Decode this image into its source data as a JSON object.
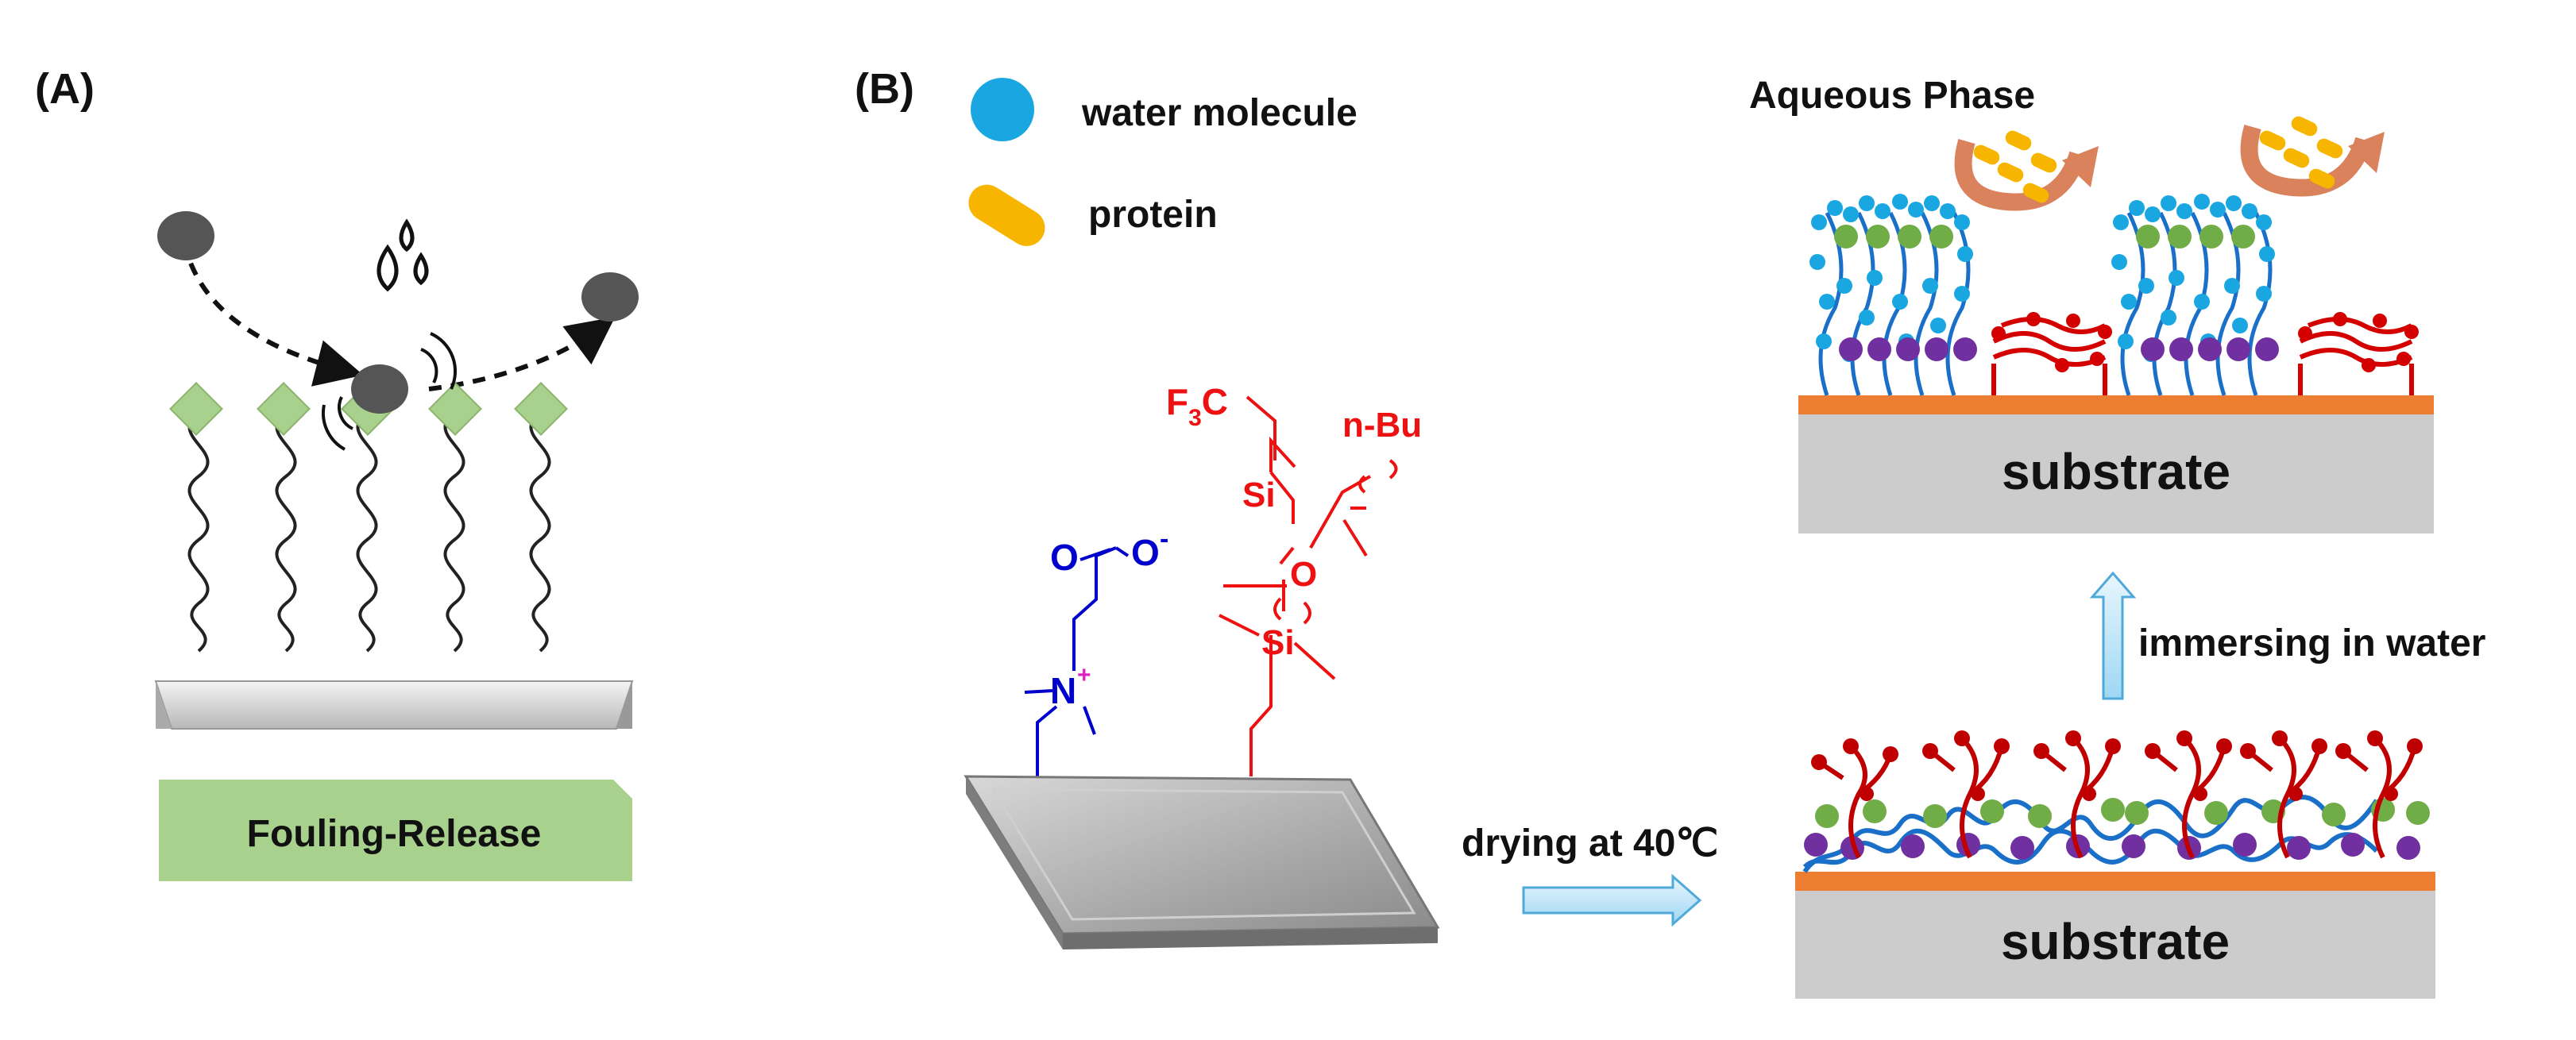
{
  "panels": {
    "a": {
      "label": "(A)",
      "box_label": "Fouling-Release"
    },
    "b": {
      "label": "(B)",
      "legend": {
        "water": "water molecule",
        "protein": "protein"
      },
      "top_title": "Aqueous Phase",
      "substrate_top": "substrate",
      "substrate_bottom": "substrate",
      "step_up": "immersing in water",
      "step_right": "drying at 40℃",
      "chem": {
        "f3c_f": "F",
        "f3c_sub": "3",
        "f3c_c": "C",
        "nbu": "n-Bu",
        "si_top": "Si",
        "o_mid": "O",
        "si_bot": "Si",
        "carbonyl_o": "O",
        "carboxylate_o": "O",
        "minus": "-",
        "nitrogen": "N",
        "plus": "+"
      }
    }
  },
  "colors": {
    "green": "#a9d18e",
    "fouling_box": "#a9d18e",
    "water": "#1aa7e1",
    "protein": "#f7b500",
    "substrate": "#cccccc",
    "substrate_top_layer": "#ed7d31",
    "zwitter_blue": "#0000cc",
    "siloxane_red": "#ee1111",
    "magenta": "#e020c0",
    "purple": "#7030a0",
    "arrow_orange": "#d9825b"
  }
}
